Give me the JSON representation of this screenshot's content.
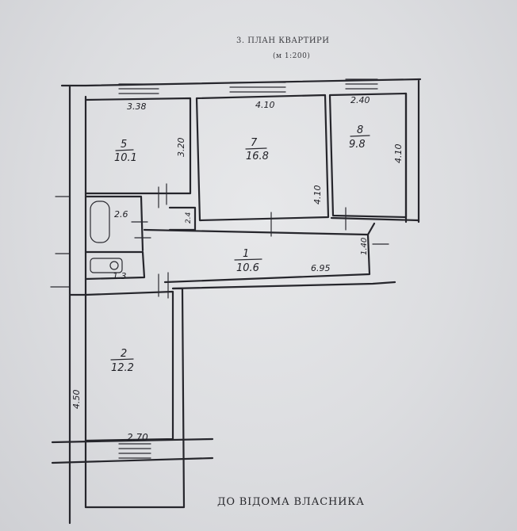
{
  "header": {
    "title": "3. ПЛАН КВАРТИРИ",
    "scale": "(м 1:200)"
  },
  "footer": {
    "caption": "ДО ВІДОМА ВЛАСНИКА"
  },
  "rooms": [
    {
      "number": "5",
      "area": "10.1",
      "width": "3.38",
      "length": "3.20"
    },
    {
      "number": "7",
      "area": "16.8",
      "width": "4.10",
      "length": "4.10"
    },
    {
      "number": "8",
      "area": "9.8",
      "width": "2.40",
      "length": "4.10"
    },
    {
      "number": "1",
      "area": "10.6",
      "length": "6.95",
      "width": "1.40"
    },
    {
      "number": "2",
      "area": "12.2",
      "width": "2.70",
      "length": "4.50"
    }
  ],
  "small_labels": {
    "bathroom": "2.6",
    "toilet": "1.3",
    "closet": "2.4"
  }
}
